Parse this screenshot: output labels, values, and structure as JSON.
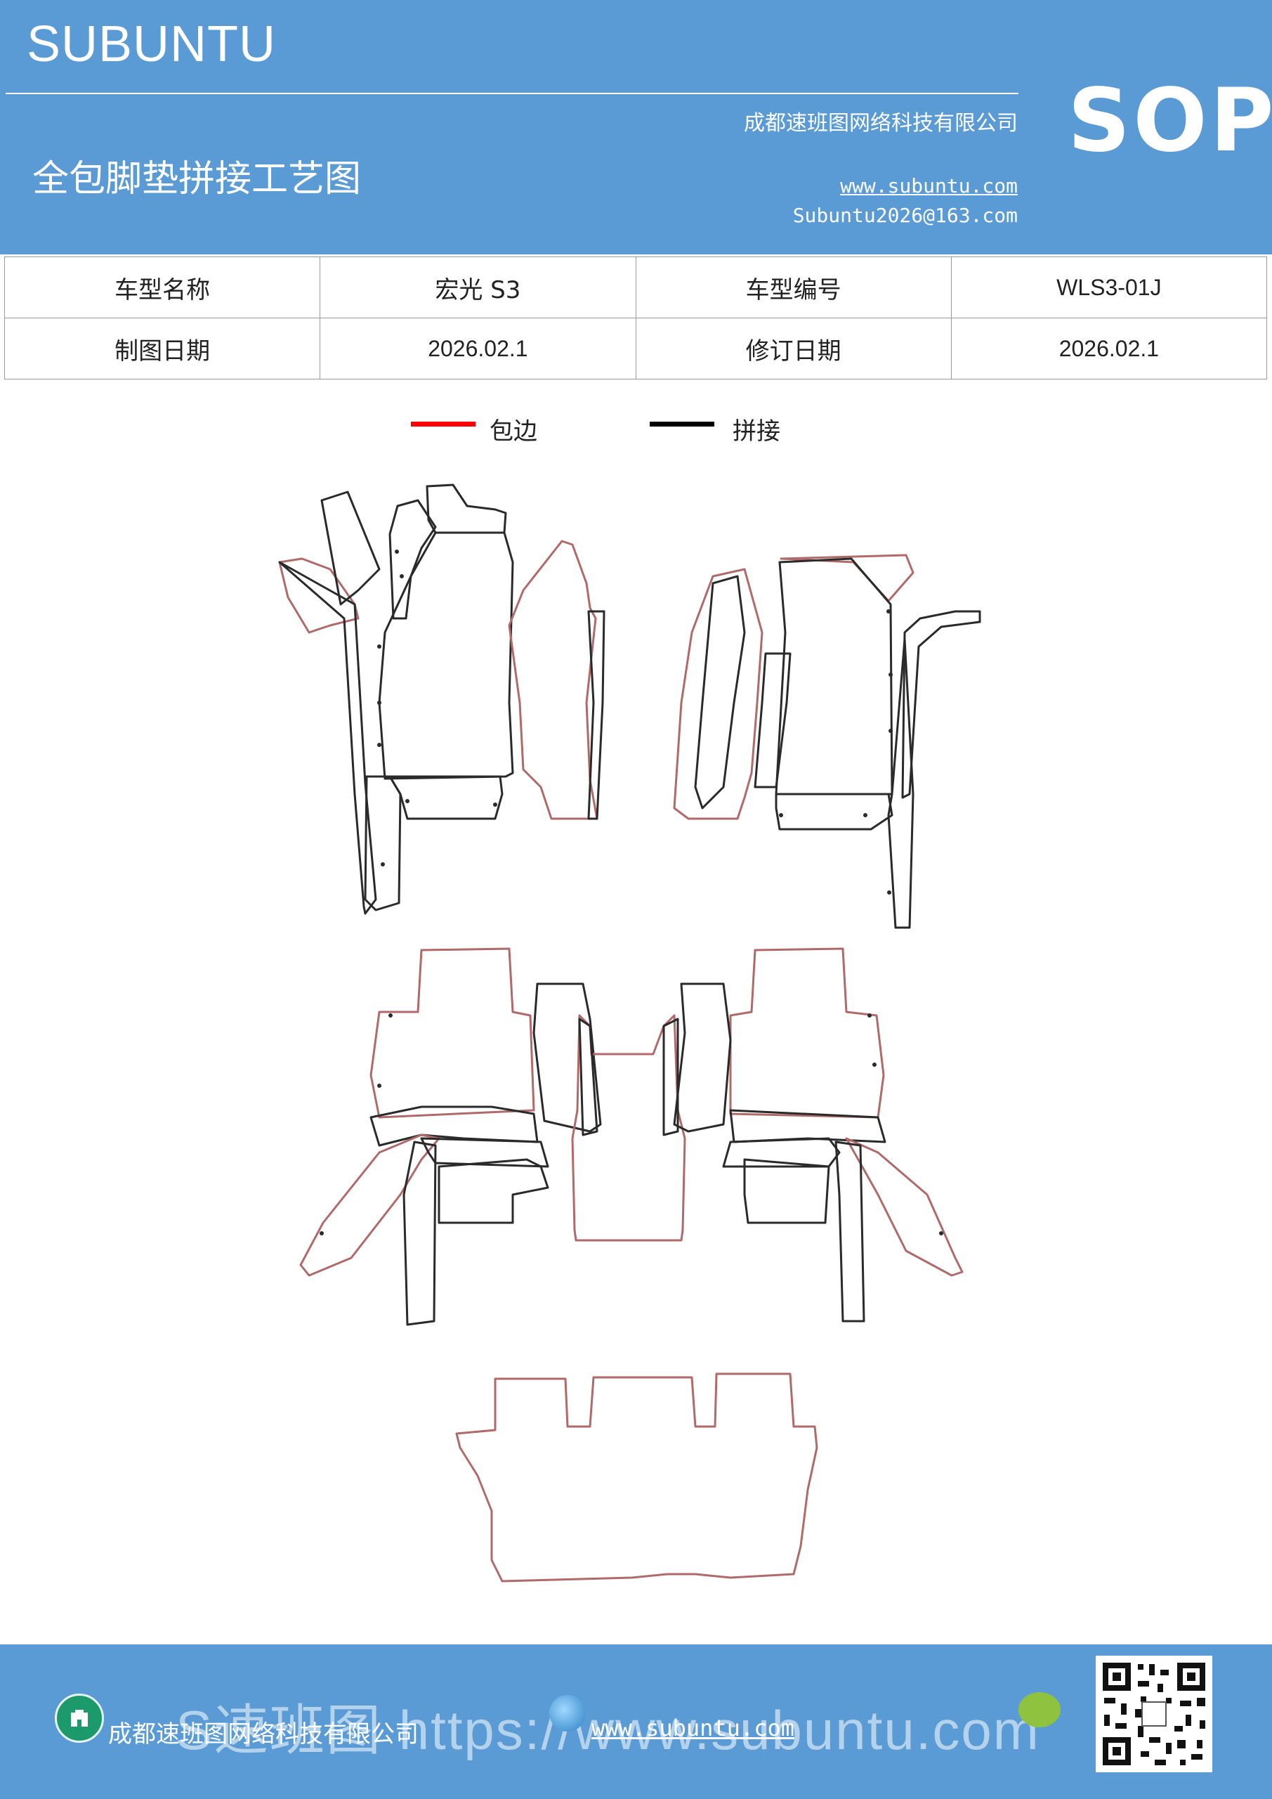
{
  "header": {
    "brand": "SUBUNTU",
    "title": "全包脚垫拼接工艺图",
    "company": "成都速班图网络科技有限公司",
    "website": "www.subuntu.com",
    "email": "Subuntu2026@163.com",
    "badge": "SOP"
  },
  "info": {
    "model_name_label": "车型名称",
    "model_name": "宏光 S3",
    "model_code_label": "车型编号",
    "model_code": "WLS3-01J",
    "draw_date_label": "制图日期",
    "draw_date": "2026.02.1",
    "revise_date_label": "修订日期",
    "revise_date": "2026.02.1"
  },
  "legend": {
    "edge_label": "包边",
    "edge_color": "#ff0000",
    "join_label": "拼接",
    "join_color": "#000000"
  },
  "colors": {
    "header_bg": "#5b9bd5",
    "outline_red": "#b06a6a",
    "outline_black": "#2a2a2a"
  },
  "footer": {
    "company": "成都速班图网络科技有限公司",
    "website": "www.subuntu.com",
    "watermark": "S速班图 https://www.subuntu.com",
    "icons": [
      "building-icon",
      "globe-icon",
      "wechat-icon",
      "qr-code"
    ]
  }
}
